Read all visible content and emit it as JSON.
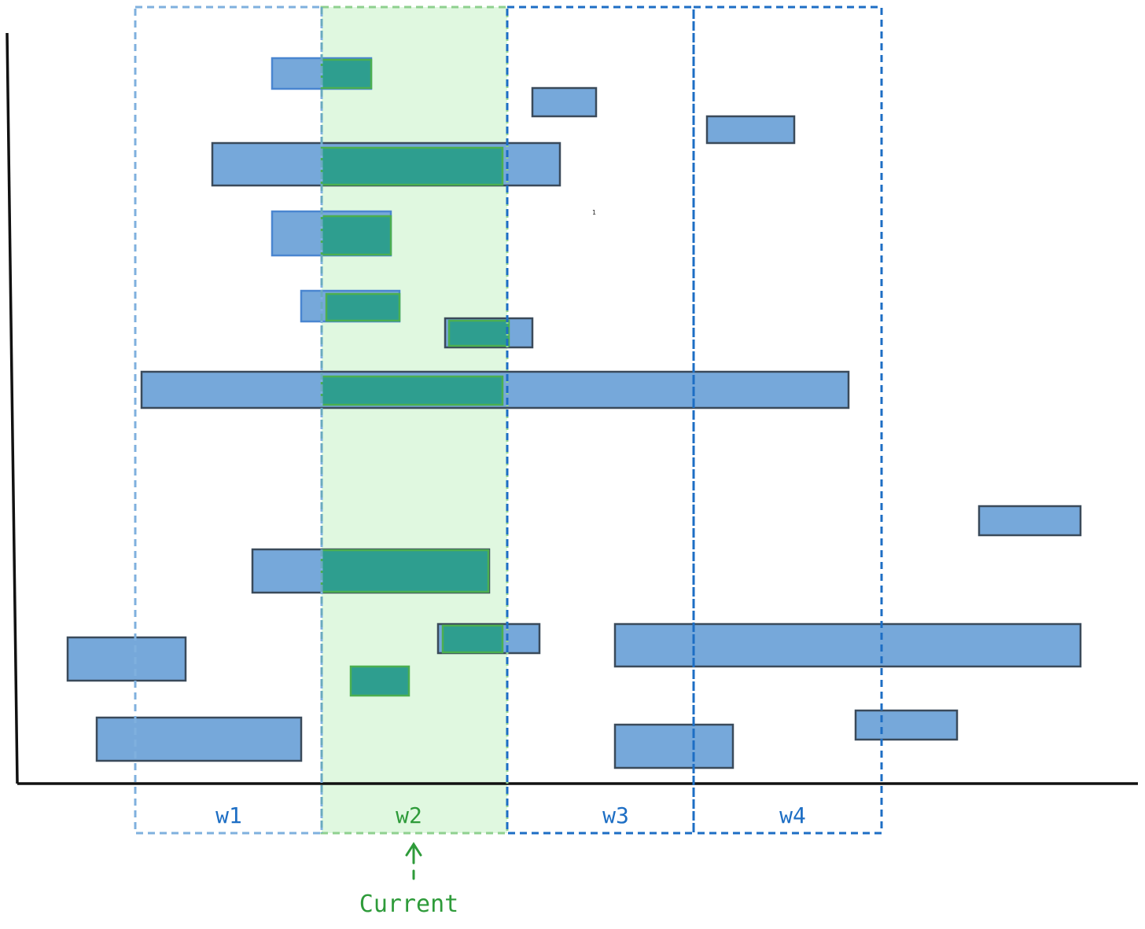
{
  "windows": [
    {
      "label": "w1",
      "style": "faded",
      "current": false
    },
    {
      "label": "w2",
      "style": "current",
      "current": true
    },
    {
      "label": "w3",
      "style": "solid",
      "current": false
    },
    {
      "label": "w4",
      "style": "solid",
      "current": false
    }
  ],
  "current_marker": {
    "label": "Current"
  },
  "stray_mark": {
    "text": "1"
  },
  "colors": {
    "bar_fill": "#76a8da",
    "bar_stroke": "#3a4a5a",
    "overlap_fill": "#2e9e8f",
    "overlap_stroke": "#4caf50",
    "current_window_fill": "#e0f8e0",
    "current_window_stroke": "#8fd08f",
    "faded_window_stroke": "#7fb0de",
    "solid_window_stroke": "#1d6ec4",
    "label_blue": "#1d6ec4",
    "label_green": "#2e9b3a",
    "axis": "#111111"
  }
}
